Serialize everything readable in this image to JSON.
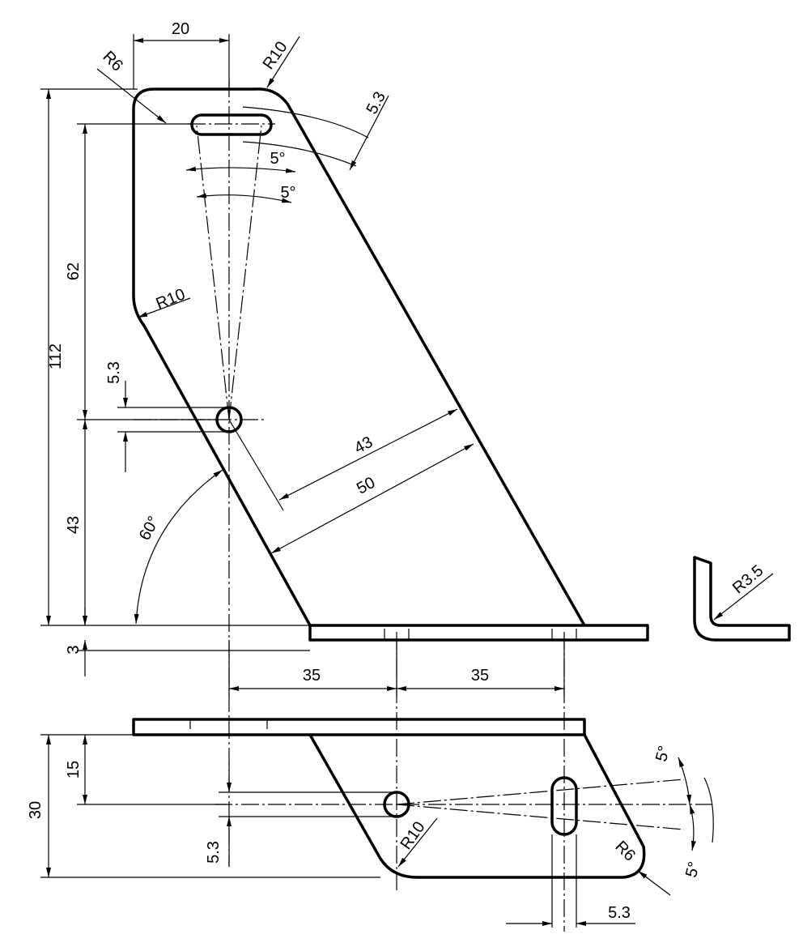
{
  "drawing": {
    "colors": {
      "line": "#000000",
      "background": "#ffffff"
    },
    "labels": {
      "top_width": "20",
      "r6_top": "R6",
      "r10_top": "R10",
      "slot_width_top": "5.3",
      "angle_top_1": "5°",
      "angle_top_2": "5°",
      "height_62": "62",
      "height_112": "112",
      "r10_left": "R10",
      "hole_dia": "5.3",
      "height_43": "43",
      "width_43": "43",
      "width_50": "50",
      "angle_60": "60°",
      "thickness_3": "3",
      "spacing_35_left": "35",
      "spacing_35_right": "35",
      "r3_5": "R3.5",
      "depth_15": "15",
      "depth_30": "30",
      "hole_dia_bottom": "5.3",
      "r10_bottom": "R10",
      "r6_bottom": "R6",
      "angle_bottom_1": "5°",
      "angle_bottom_2": "5°",
      "slot_width_bottom": "5.3"
    }
  }
}
